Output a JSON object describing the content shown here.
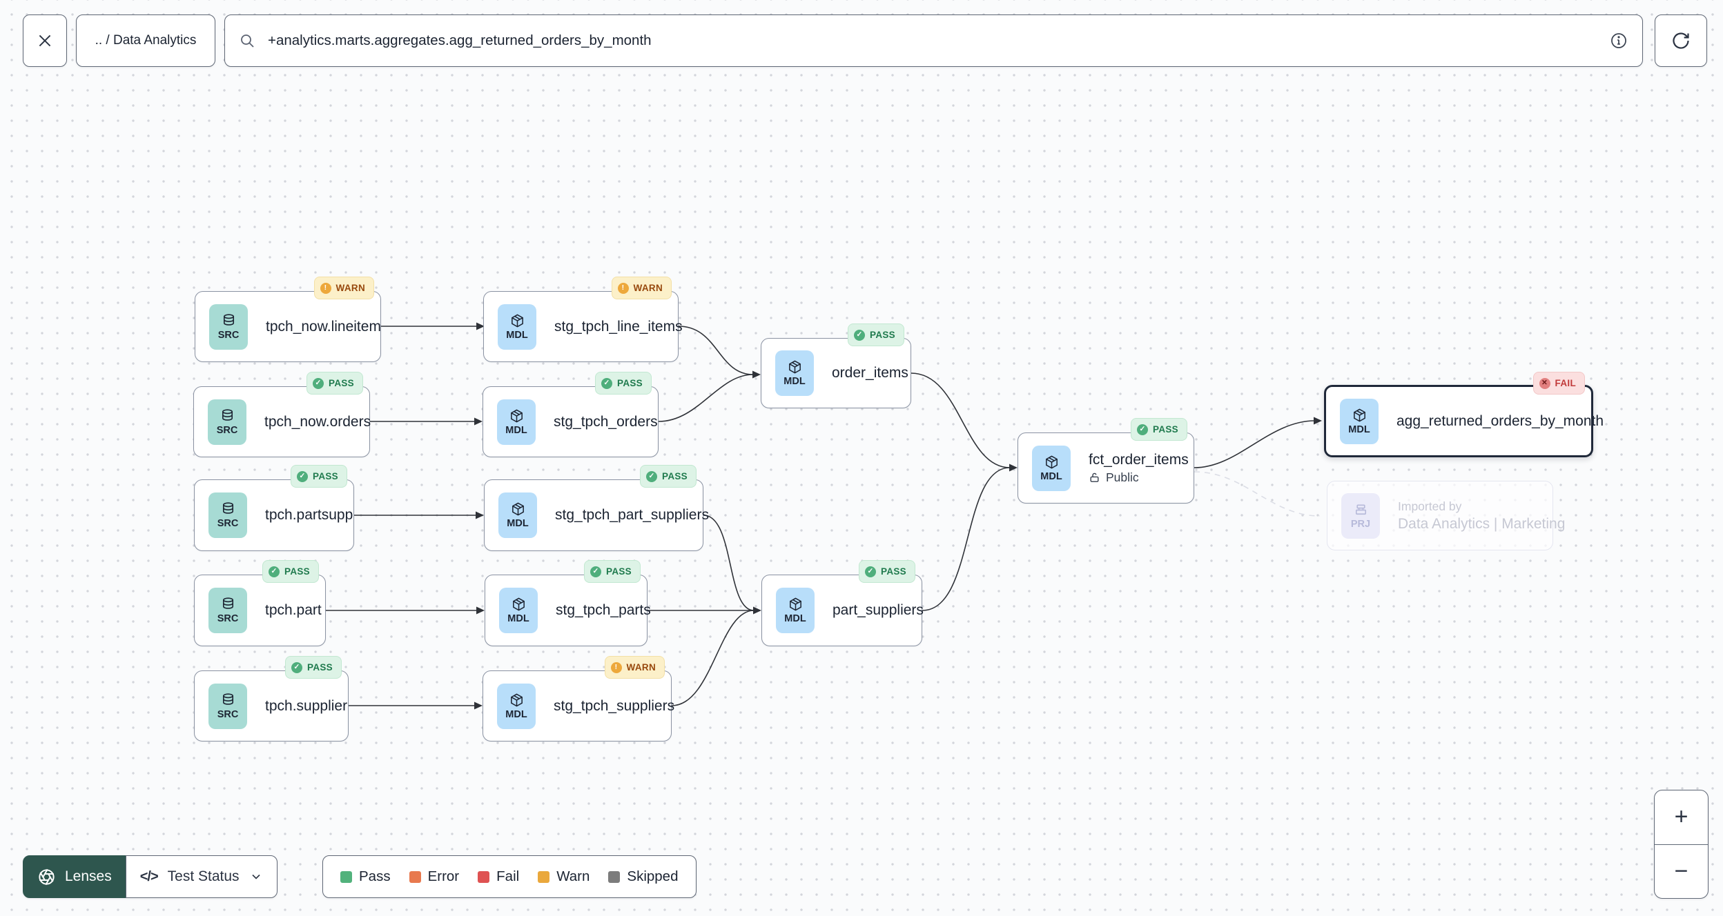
{
  "toolbar": {
    "breadcrumb": ".. / Data Analytics",
    "search_value": "+analytics.marts.aggregates.agg_returned_orders_by_month"
  },
  "nodes": [
    {
      "kind": "SRC",
      "label": "tpch_now.lineitem",
      "status": "WARN"
    },
    {
      "kind": "MDL",
      "label": "stg_tpch_line_items",
      "status": "WARN"
    },
    {
      "kind": "SRC",
      "label": "tpch_now.orders",
      "status": "PASS"
    },
    {
      "kind": "MDL",
      "label": "stg_tpch_orders",
      "status": "PASS"
    },
    {
      "kind": "SRC",
      "label": "tpch.partsupp",
      "status": "PASS"
    },
    {
      "kind": "MDL",
      "label": "stg_tpch_part_suppliers",
      "status": "PASS"
    },
    {
      "kind": "SRC",
      "label": "tpch.part",
      "status": "PASS"
    },
    {
      "kind": "MDL",
      "label": "stg_tpch_parts",
      "status": "PASS"
    },
    {
      "kind": "SRC",
      "label": "tpch.supplier",
      "status": "PASS"
    },
    {
      "kind": "MDL",
      "label": "stg_tpch_suppliers",
      "status": "WARN"
    },
    {
      "kind": "MDL",
      "label": "order_items",
      "status": "PASS"
    },
    {
      "kind": "MDL",
      "label": "part_suppliers",
      "status": "PASS"
    },
    {
      "kind": "MDL",
      "label": "fct_order_items",
      "status": "PASS",
      "visibility": "Public"
    },
    {
      "kind": "MDL",
      "label": "agg_returned_orders_by_month",
      "status": "FAIL"
    },
    {
      "kind": "PRJ",
      "line1": "Imported by",
      "line2": "Data Analytics | Marketing"
    }
  ],
  "badge_icons": {
    "pass": "✓",
    "warn": "!",
    "fail": "✕"
  },
  "footer": {
    "lenses_label": "Lenses",
    "lens_selector_label": "Test Status"
  },
  "legend": {
    "items": [
      {
        "label": "Pass",
        "color": "#52b27c"
      },
      {
        "label": "Error",
        "color": "#e8794e"
      },
      {
        "label": "Fail",
        "color": "#df5252"
      },
      {
        "label": "Warn",
        "color": "#eaa83c"
      },
      {
        "label": "Skipped",
        "color": "#7c7c7c"
      }
    ]
  },
  "zoom_controls": {
    "zoom_in": "+",
    "zoom_out": "−"
  }
}
